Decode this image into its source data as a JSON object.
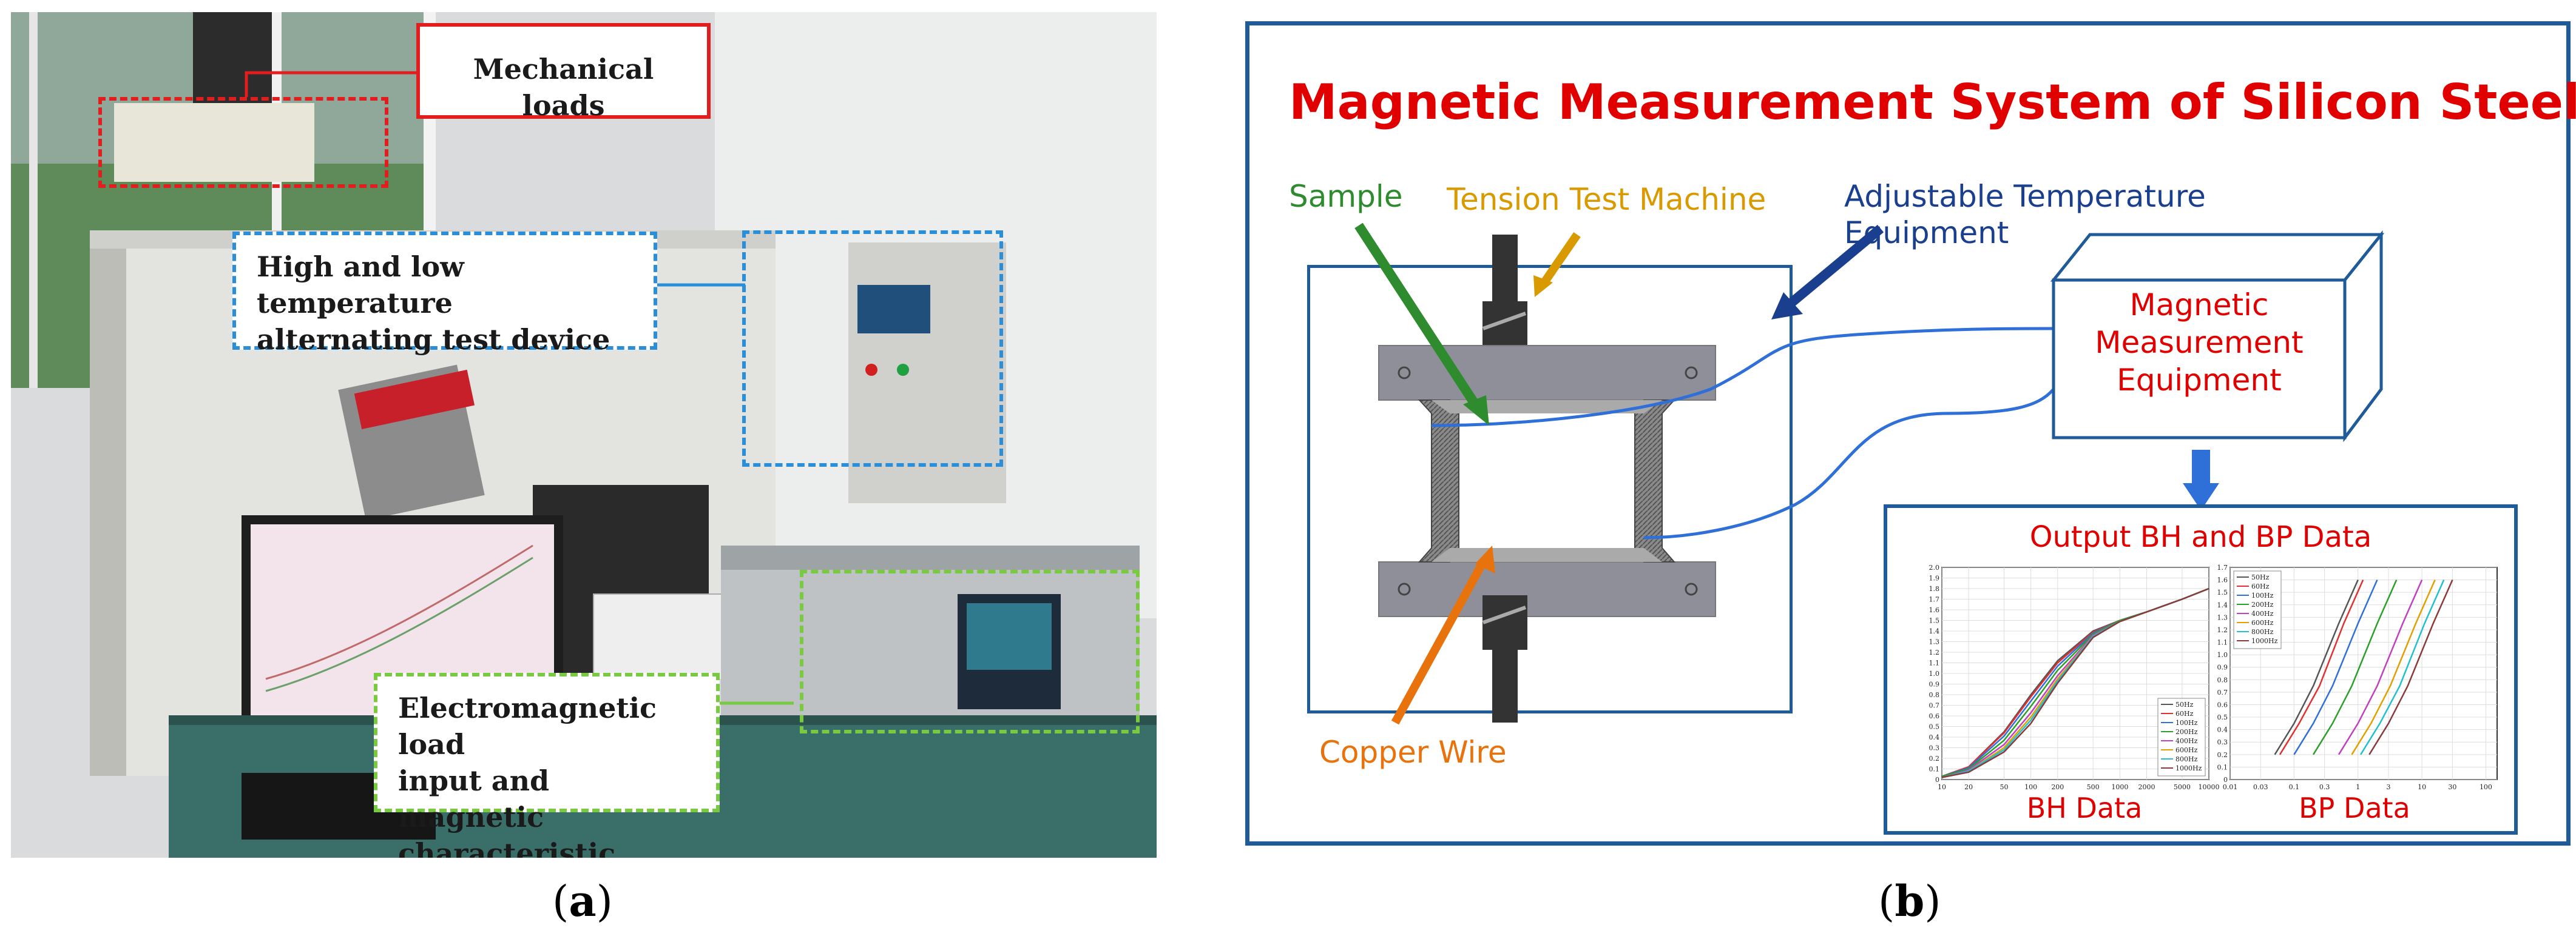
{
  "panel_a": {
    "label": "a",
    "callouts": {
      "mechanical": "Mechanical loads",
      "temperature_line1": "High and low temperature",
      "temperature_line2": "alternating test device",
      "em_line1": "Electromagnetic load",
      "em_line2": "input and magnetic",
      "em_line3": "characteristic output"
    },
    "colors": {
      "mechanical": "#e21d1d",
      "temperature": "#2a8fd8",
      "electromagnetic": "#7ac943"
    }
  },
  "panel_b": {
    "label": "b",
    "title": "Magnetic Measurement System of Silicon Steel",
    "labels": {
      "sample": "Sample",
      "tension": "Tension Test Machine",
      "adjustable_line1": "Adjustable Temperature",
      "adjustable_line2": "Equipment",
      "copper": "Copper Wire",
      "mme_line1": "Magnetic",
      "mme_line2": "Measurement",
      "mme_line3": "Equipment",
      "output": "Output BH and BP Data",
      "bh_data": "BH Data",
      "bp_data": "BP Data"
    },
    "colors": {
      "title": "#e00000",
      "sample": "#2e8b2e",
      "tension": "#d99a00",
      "adjustable": "#1b3f8f",
      "copper": "#e8720c",
      "frame": "#1f5a99",
      "equipment_text": "#e00000"
    }
  },
  "chart_data": [
    {
      "type": "line",
      "name": "BH Data",
      "x_ticks": [
        "10",
        "20",
        "50",
        "100",
        "200",
        "500",
        "1000",
        "2000",
        "5000",
        "10000"
      ],
      "y_ticks": [
        "0",
        "0.1",
        "0.2",
        "0.3",
        "0.4",
        "0.5",
        "0.6",
        "0.7",
        "0.8",
        "0.9",
        "1.0",
        "1.1",
        "1.2",
        "1.3",
        "1.4",
        "1.5",
        "1.6",
        "1.7",
        "1.8",
        "1.9",
        "2.0"
      ],
      "xlim": [
        10,
        10000
      ],
      "ylim": [
        0,
        2.0
      ],
      "xscale": "log",
      "legend": [
        "50Hz",
        "60Hz",
        "100Hz",
        "200Hz",
        "400Hz",
        "600Hz",
        "800Hz",
        "1000Hz"
      ],
      "legend_position": "bottom-right",
      "series_colors": [
        "#555555",
        "#e03030",
        "#2f6fd8",
        "#2aa02a",
        "#c040c0",
        "#e0a000",
        "#20c0d0",
        "#8b3a3a"
      ],
      "series": [
        {
          "name": "50Hz",
          "x": [
            10,
            20,
            50,
            100,
            200,
            500,
            1000,
            2000,
            5000,
            10000
          ],
          "y": [
            0.03,
            0.12,
            0.45,
            0.8,
            1.12,
            1.4,
            1.5,
            1.58,
            1.7,
            1.8
          ]
        },
        {
          "name": "60Hz",
          "x": [
            10,
            20,
            50,
            100,
            200,
            500,
            1000,
            2000,
            5000,
            10000
          ],
          "y": [
            0.03,
            0.12,
            0.44,
            0.78,
            1.1,
            1.39,
            1.5,
            1.58,
            1.7,
            1.8
          ]
        },
        {
          "name": "100Hz",
          "x": [
            10,
            20,
            50,
            100,
            200,
            500,
            1000,
            2000,
            5000,
            10000
          ],
          "y": [
            0.03,
            0.11,
            0.41,
            0.74,
            1.07,
            1.38,
            1.5,
            1.58,
            1.7,
            1.8
          ]
        },
        {
          "name": "200Hz",
          "x": [
            10,
            20,
            50,
            100,
            200,
            500,
            1000,
            2000,
            5000,
            10000
          ],
          "y": [
            0.03,
            0.1,
            0.37,
            0.69,
            1.03,
            1.37,
            1.5,
            1.58,
            1.7,
            1.8
          ]
        },
        {
          "name": "400Hz",
          "x": [
            10,
            20,
            50,
            100,
            200,
            500,
            1000,
            2000,
            5000,
            10000
          ],
          "y": [
            0.02,
            0.09,
            0.33,
            0.63,
            0.98,
            1.36,
            1.49,
            1.58,
            1.7,
            1.8
          ]
        },
        {
          "name": "600Hz",
          "x": [
            10,
            20,
            50,
            100,
            200,
            500,
            1000,
            2000,
            5000,
            10000
          ],
          "y": [
            0.02,
            0.08,
            0.3,
            0.59,
            0.95,
            1.35,
            1.49,
            1.58,
            1.7,
            1.8
          ]
        },
        {
          "name": "800Hz",
          "x": [
            10,
            20,
            50,
            100,
            200,
            500,
            1000,
            2000,
            5000,
            10000
          ],
          "y": [
            0.02,
            0.08,
            0.28,
            0.56,
            0.93,
            1.35,
            1.49,
            1.58,
            1.7,
            1.8
          ]
        },
        {
          "name": "1000Hz",
          "x": [
            10,
            20,
            50,
            100,
            200,
            500,
            1000,
            2000,
            5000,
            10000
          ],
          "y": [
            0.02,
            0.07,
            0.26,
            0.53,
            0.91,
            1.34,
            1.49,
            1.58,
            1.7,
            1.8
          ]
        }
      ]
    },
    {
      "type": "line",
      "name": "BP Data",
      "x_ticks": [
        "0.01",
        "0.03",
        "0.1",
        "0.3",
        "1",
        "3",
        "10",
        "30",
        "100"
      ],
      "y_ticks": [
        "0",
        "0.1",
        "0.2",
        "0.3",
        "0.4",
        "0.5",
        "0.6",
        "0.7",
        "0.8",
        "0.9",
        "1.0",
        "1.1",
        "1.2",
        "1.3",
        "1.4",
        "1.5",
        "1.6",
        "1.7"
      ],
      "xlim": [
        0.01,
        150
      ],
      "ylim": [
        0,
        1.7
      ],
      "xscale": "log",
      "legend": [
        "50Hz",
        "60Hz",
        "100Hz",
        "200Hz",
        "400Hz",
        "600Hz",
        "800Hz",
        "1000Hz"
      ],
      "legend_position": "top-left",
      "series_colors": [
        "#555555",
        "#e03030",
        "#2f6fd8",
        "#2aa02a",
        "#c040c0",
        "#e0a000",
        "#20c0d0",
        "#8b3a3a"
      ],
      "series": [
        {
          "name": "50Hz",
          "x": [
            0.05,
            0.1,
            0.2,
            0.5,
            1.0
          ],
          "y": [
            0.2,
            0.45,
            0.75,
            1.25,
            1.6
          ]
        },
        {
          "name": "60Hz",
          "x": [
            0.06,
            0.12,
            0.25,
            0.6,
            1.2
          ],
          "y": [
            0.2,
            0.45,
            0.75,
            1.25,
            1.6
          ]
        },
        {
          "name": "100Hz",
          "x": [
            0.1,
            0.2,
            0.4,
            1.0,
            2.0
          ],
          "y": [
            0.2,
            0.45,
            0.75,
            1.25,
            1.6
          ]
        },
        {
          "name": "200Hz",
          "x": [
            0.2,
            0.4,
            0.8,
            2.0,
            4.0
          ],
          "y": [
            0.2,
            0.45,
            0.75,
            1.25,
            1.6
          ]
        },
        {
          "name": "400Hz",
          "x": [
            0.5,
            1.0,
            2.0,
            5.0,
            10
          ],
          "y": [
            0.2,
            0.45,
            0.75,
            1.25,
            1.6
          ]
        },
        {
          "name": "600Hz",
          "x": [
            0.8,
            1.6,
            3.2,
            8.0,
            16
          ],
          "y": [
            0.2,
            0.45,
            0.75,
            1.25,
            1.6
          ]
        },
        {
          "name": "800Hz",
          "x": [
            1.1,
            2.2,
            4.5,
            11,
            22
          ],
          "y": [
            0.2,
            0.45,
            0.75,
            1.25,
            1.6
          ]
        },
        {
          "name": "1000Hz",
          "x": [
            1.5,
            3.0,
            6.0,
            15,
            30
          ],
          "y": [
            0.2,
            0.45,
            0.75,
            1.25,
            1.6
          ]
        }
      ]
    }
  ]
}
